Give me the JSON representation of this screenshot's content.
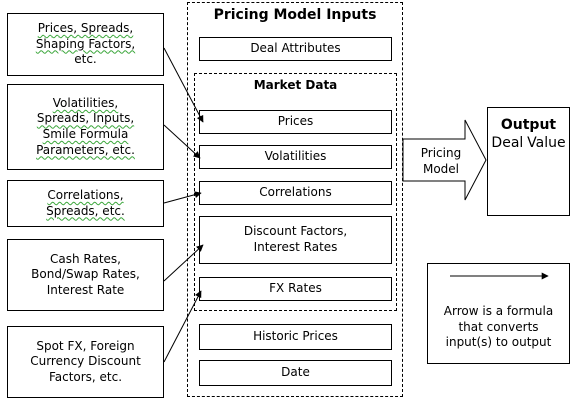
{
  "panel": {
    "title": "Pricing Model Inputs",
    "deal_attributes": "Deal Attributes",
    "market_data_title": "Market Data",
    "market_items": [
      "Prices",
      "Volatilities",
      "Correlations",
      "Discount Factors, Interest Rates",
      "FX Rates"
    ],
    "historic_prices": "Historic Prices",
    "date": "Date"
  },
  "sources": [
    {
      "lines": [
        "Prices, Spreads,",
        "Shaping Factors,",
        "etc."
      ]
    },
    {
      "lines": [
        "Volatilities,",
        "Spreads, Inputs,",
        "Smile Formula",
        "Parameters, etc."
      ]
    },
    {
      "lines": [
        "Correlations,",
        "Spreads, etc."
      ]
    },
    {
      "lines": [
        "Cash Rates,",
        "Bond/Swap Rates,",
        "Interest Rate"
      ]
    },
    {
      "lines": [
        "Spot FX, Foreign",
        "Currency Discount",
        "Factors, etc."
      ]
    }
  ],
  "pricing_model_arrow": {
    "lines": [
      "Pricing",
      "Model"
    ]
  },
  "output": {
    "title": "Output",
    "lines": [
      "Deal",
      "Value"
    ]
  },
  "legend": {
    "lines": [
      "Arrow is a formula",
      "that converts",
      "input(s) to output"
    ]
  }
}
